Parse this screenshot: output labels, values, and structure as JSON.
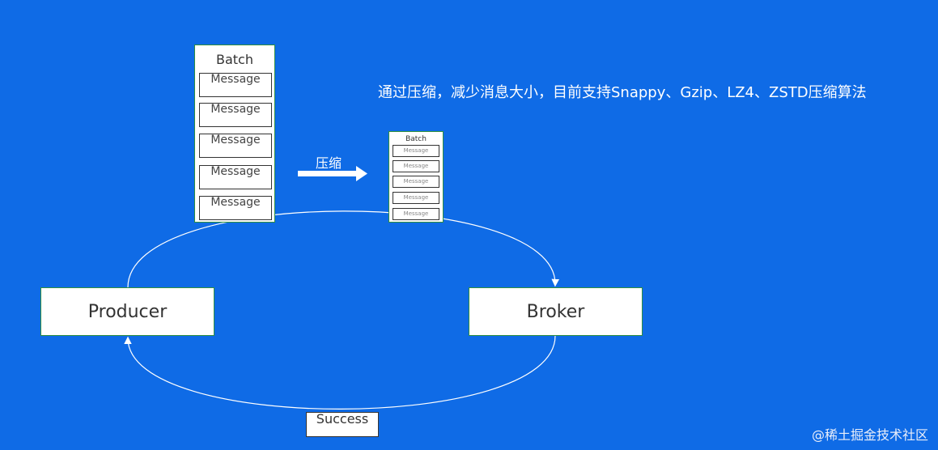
{
  "batch_large": {
    "title": "Batch",
    "messages": [
      "Message",
      "Message",
      "Message",
      "Message",
      "Message"
    ]
  },
  "compress_label": "压缩",
  "batch_small": {
    "title": "Batch",
    "messages": [
      "Message",
      "Message",
      "Message",
      "Message",
      "Message"
    ]
  },
  "note": "通过压缩，减少消息大小，目前支持Snappy、Gzip、LZ4、ZSTD压缩算法",
  "nodes": {
    "producer": "Producer",
    "broker": "Broker"
  },
  "success_label": "Success",
  "watermark": "@稀土掘金技术社区",
  "colors": {
    "background": "#0f6be6",
    "box_fill": "#ffffff",
    "box_border": "#2f8f3e",
    "line": "#ffffff"
  }
}
